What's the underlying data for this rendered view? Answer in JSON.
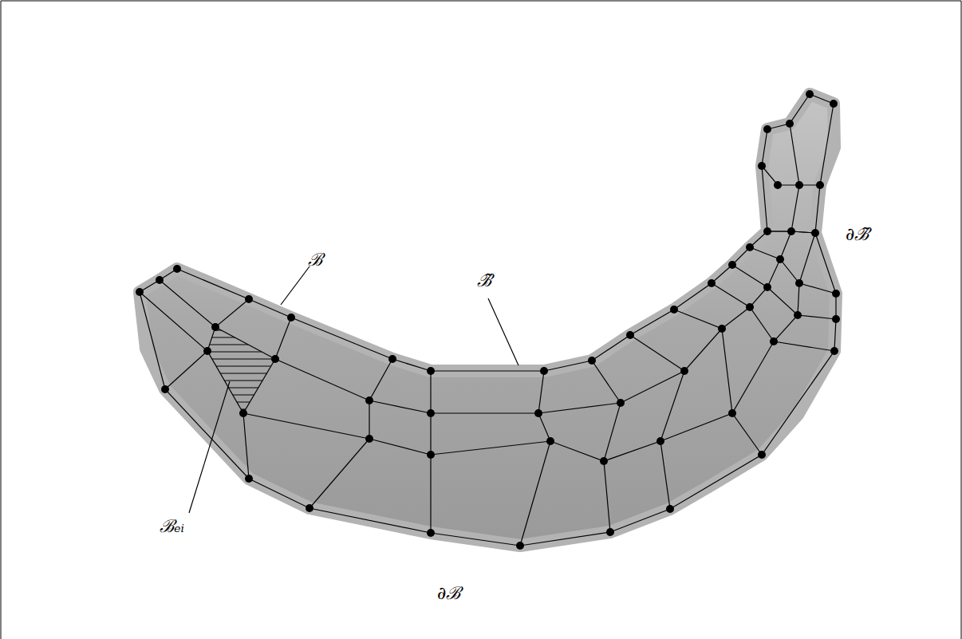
{
  "diagram": {
    "labels": [
      "ℬ",
      "ℬ̃",
      "∂ℬ̃",
      "ℬₑᵢ",
      "∂ℬ"
    ]
  }
}
